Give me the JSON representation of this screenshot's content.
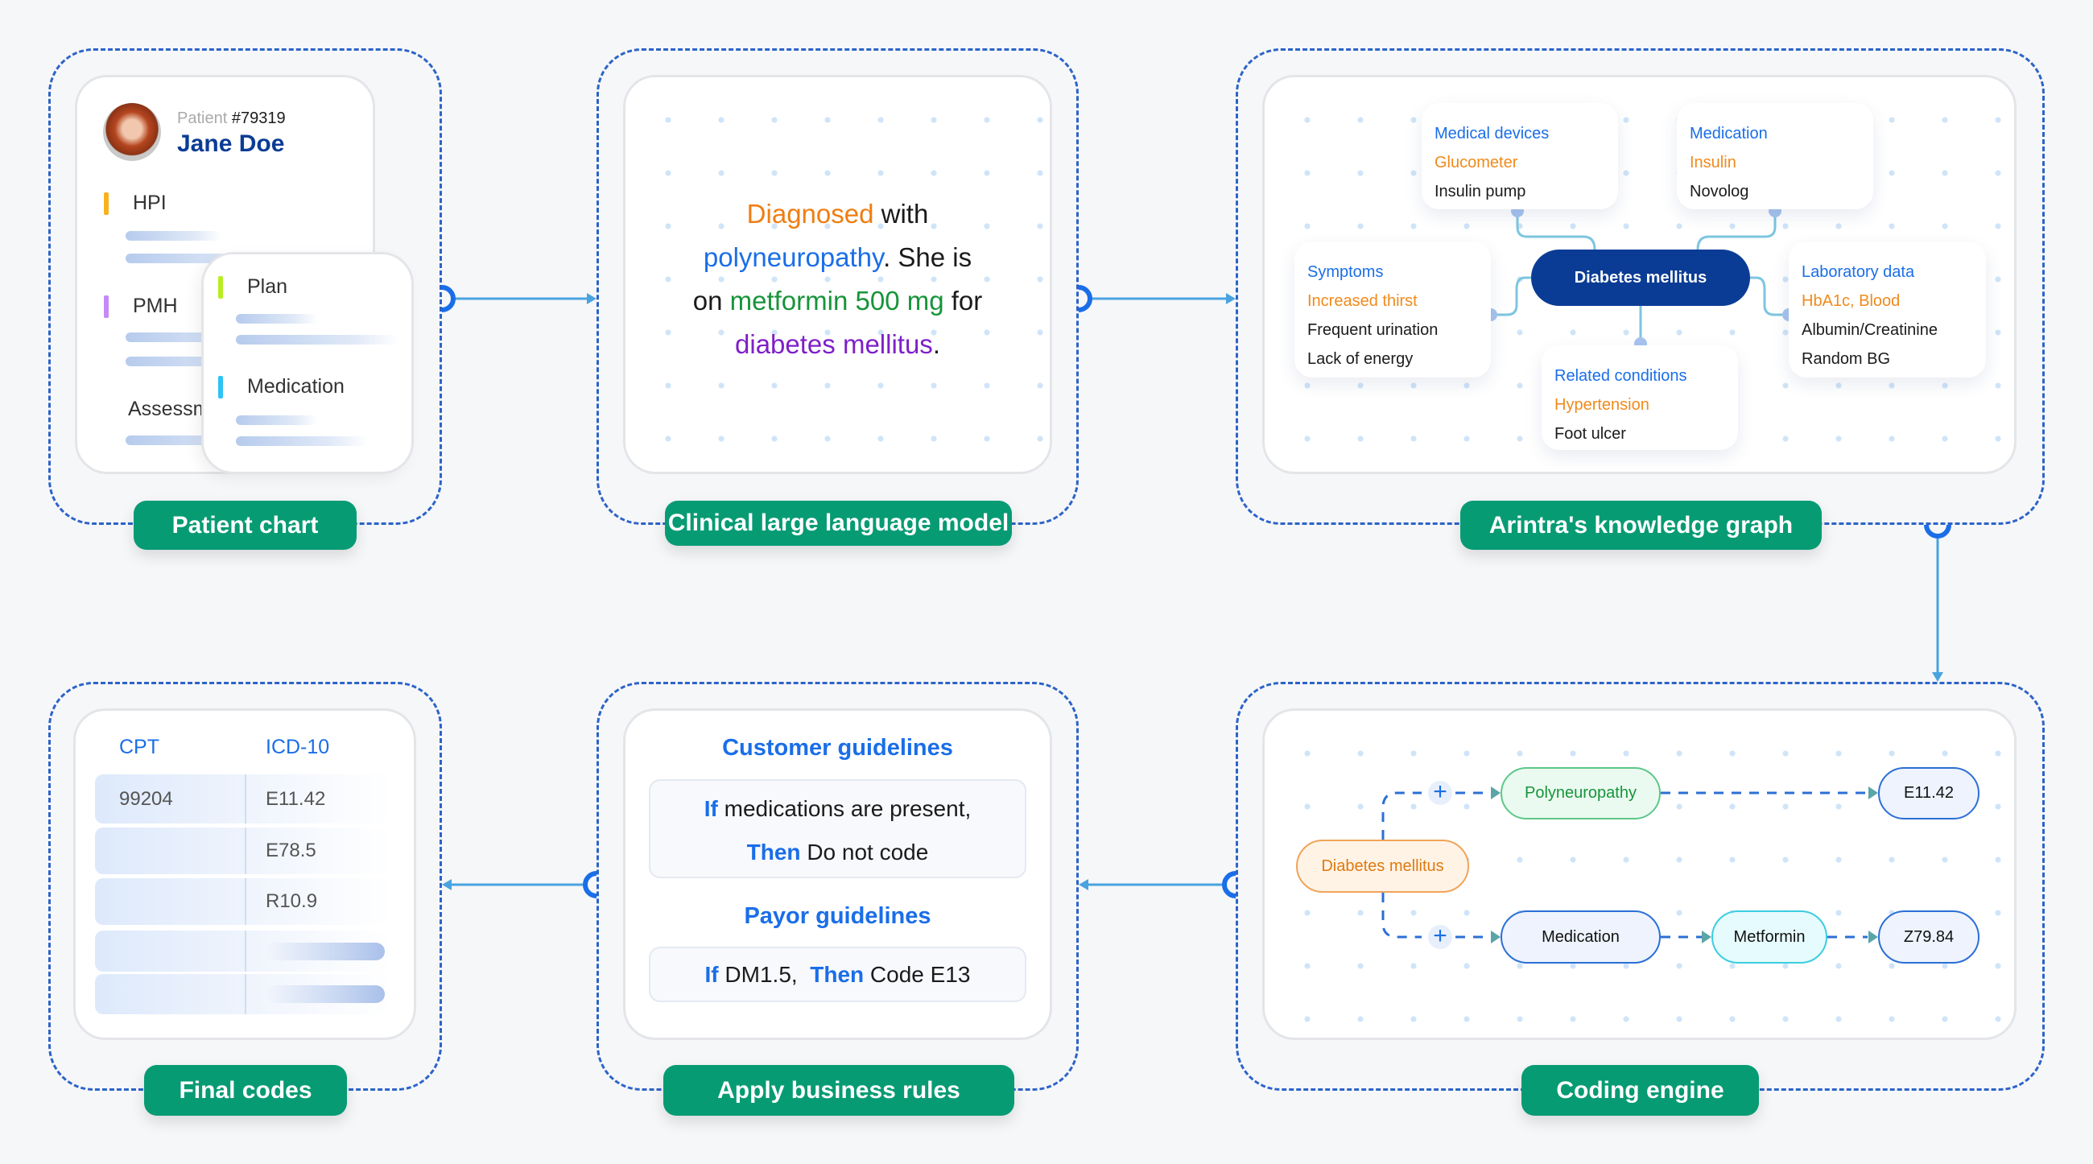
{
  "colors": {
    "accent_green": "#079b74",
    "frame_blue": "#2c63c8",
    "link_blue": "#1a6ee8",
    "orange": "#f08a1c",
    "navy": "#0b3c95"
  },
  "patient_chart": {
    "label": "Patient chart",
    "patient_prefix": "Patient",
    "patient_id": "#79319",
    "name": "Jane Doe",
    "sections": [
      "HPI",
      "PMH",
      "Assessment"
    ],
    "overlay_sections": [
      "Plan",
      "Medication"
    ]
  },
  "llm": {
    "label": "Clinical large language model",
    "sentence": [
      {
        "text": "Diagnosed",
        "color": "#f07d12"
      },
      {
        "text": " with",
        "color": "#111"
      },
      {
        "text": "polyneuropathy",
        "color": "#1a6ee8"
      },
      {
        "text": ". She is",
        "color": "#111"
      },
      {
        "text": "on ",
        "color": "#111"
      },
      {
        "text": "metformin 500 mg",
        "color": "#17943a"
      },
      {
        "text": " for",
        "color": "#111"
      },
      {
        "text": "diabetes mellitus",
        "color": "#7e1fc8"
      },
      {
        "text": ".",
        "color": "#111"
      }
    ]
  },
  "knowledge_graph": {
    "label": "Arintra's knowledge graph",
    "center": "Diabetes mellitus",
    "cards": {
      "devices": {
        "title": "Medical devices",
        "items": [
          "Glucometer",
          "Insulin pump"
        ]
      },
      "medication": {
        "title": "Medication",
        "items": [
          "Insulin",
          "Novolog"
        ]
      },
      "symptoms": {
        "title": "Symptoms",
        "items": [
          "Increased thirst",
          "Frequent urination",
          "Lack of energy"
        ]
      },
      "lab": {
        "title": "Laboratory data",
        "items": [
          "HbA1c, Blood",
          "Albumin/Creatinine",
          "Random BG"
        ]
      },
      "related": {
        "title": "Related conditions",
        "items": [
          "Hypertension",
          "Foot ulcer"
        ]
      }
    }
  },
  "coding_engine": {
    "label": "Coding engine",
    "root": "Diabetes mellitus",
    "plus": "+",
    "nodes": {
      "polyneuropathy": "Polyneuropathy",
      "code1": "E11.42",
      "medication": "Medication",
      "metformin": "Metformin",
      "code2": "Z79.84"
    }
  },
  "business_rules": {
    "label": "Apply business rules",
    "customer_title": "Customer guidelines",
    "customer_if": "If",
    "customer_cond": "medications are present,",
    "customer_then": "Then",
    "customer_action": "Do not code",
    "payor_title": "Payor guidelines",
    "payor_if": "If",
    "payor_cond": "DM1.5,",
    "payor_then": "Then",
    "payor_action": "Code E13"
  },
  "final_codes": {
    "label": "Final codes",
    "headers": [
      "CPT",
      "ICD-10"
    ],
    "rows": [
      [
        "99204",
        "E11.42"
      ],
      [
        "",
        "E78.5"
      ],
      [
        "",
        "R10.9"
      ]
    ]
  }
}
